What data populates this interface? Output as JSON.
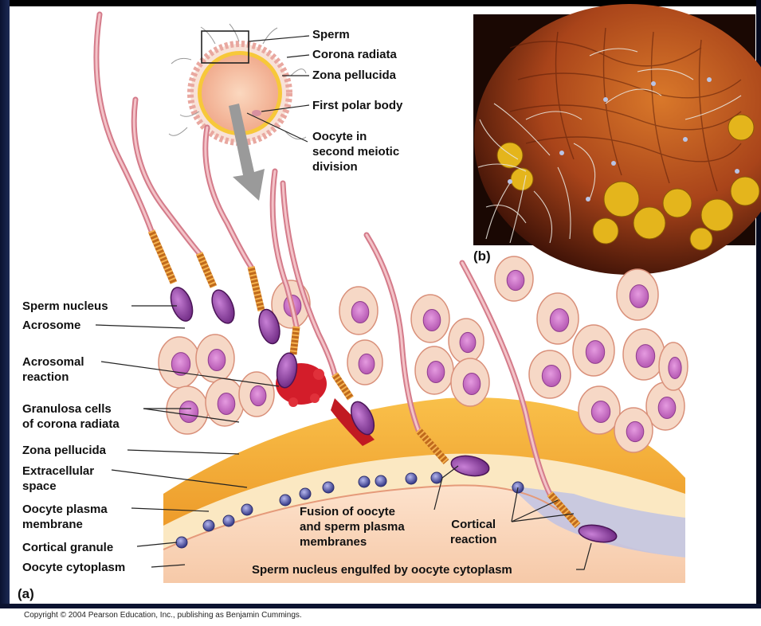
{
  "top_labels": {
    "sperm": "Sperm",
    "corona_radiata": "Corona radiata",
    "zona_pellucida": "Zona pellucida",
    "first_polar_body": "First polar body",
    "oocyte": "Oocyte in\nsecond meiotic\ndivision"
  },
  "left_labels": {
    "sperm_nucleus": "Sperm nucleus",
    "acrosome": "Acrosome",
    "acrosomal_reaction": "Acrosomal\nreaction",
    "granulosa_cells": "Granulosa cells\nof corona radiata",
    "zona_pellucida": "Zona pellucida",
    "extracellular_space": "Extracellular\nspace",
    "oocyte_plasma_membrane": "Oocyte plasma\nmembrane",
    "cortical_granule": "Cortical granule",
    "oocyte_cytoplasm": "Oocyte cytoplasm"
  },
  "inner_labels": {
    "fusion": "Fusion of oocyte\nand sperm plasma\nmembranes",
    "cortical_reaction": "Cortical\nreaction",
    "engulfed": "Sperm nucleus engulfed by oocyte cytoplasm"
  },
  "panel_labels": {
    "a": "(a)",
    "b": "(b)"
  },
  "copyright": "Copyright © 2004 Pearson Education, Inc., publishing as Benjamin Cummings.",
  "colors": {
    "zona": "#f2a626",
    "oocyte": "#f7cfae",
    "sperm_head": "#8a3a9a",
    "granulosa": "#f6d7c4",
    "nucleus": "#c767c0",
    "cortical_granule": "#6b6fb0",
    "reaction": "#cf1a22"
  }
}
